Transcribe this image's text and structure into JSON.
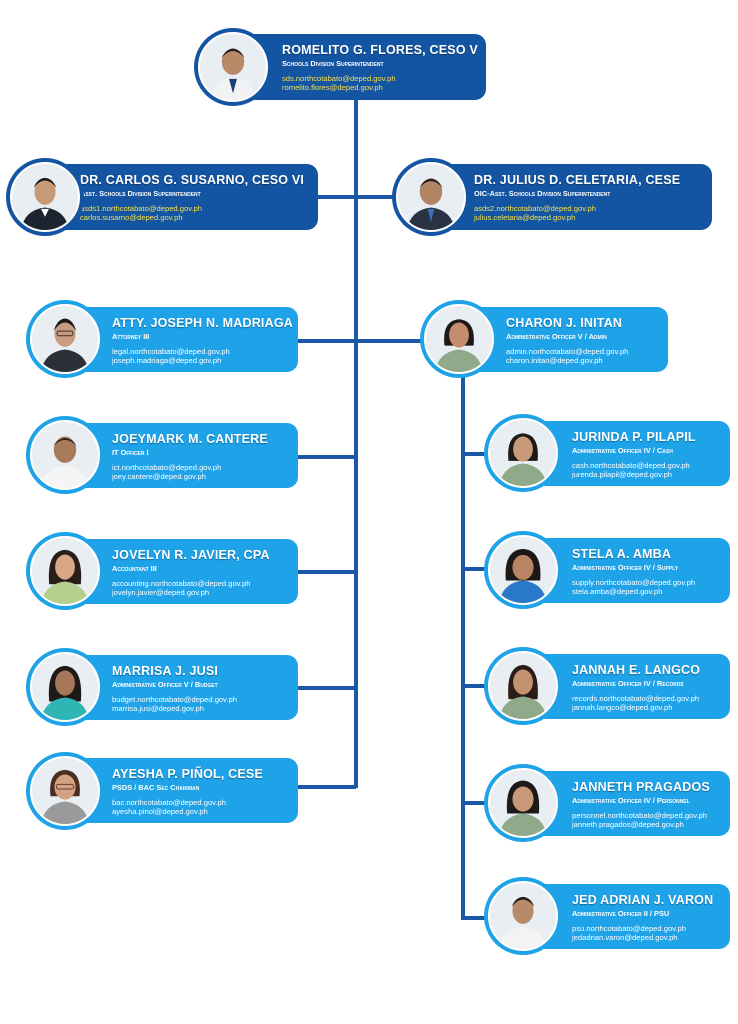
{
  "chart": {
    "superintendent": {
      "name": "ROMELITO G. FLORES, CESO V",
      "title": "Schools Division Superintendent",
      "email1": "sds.northcotabato@deped.gov.ph",
      "email2": "romelito.flores@deped.gov.ph"
    },
    "asds1": {
      "name": "DR. CARLOS G. SUSARNO, CESO VI",
      "title": "Asst. Schools Division Superintendent",
      "email1": "asds1.northcotabato@deped.gov.ph",
      "email2": "carlos.susarno@deped.gov.ph"
    },
    "asds2": {
      "name": "DR. JULIUS D. CELETARIA, CESE",
      "title": "OIC-Asst. Schools Division Superintendent",
      "email1": "asds2.northcotabato@deped.gov.ph",
      "email2": "julius.celetaria@deped.gov.ph"
    },
    "legal": {
      "name": "ATTY. JOSEPH N. MADRIAGA",
      "title": "Attorney III",
      "email1": "legal.northcotabato@deped.gov.ph",
      "email2": "joseph.madriaga@deped.gov.ph"
    },
    "admin": {
      "name": "CHARON J. INITAN",
      "title": "Administrative Officer V / Admin",
      "email1": "admin.northcotabato@deped.gov.ph",
      "email2": "charon.initan@deped.gov.ph"
    },
    "ict": {
      "name": "JOEYMARK M. CANTERE",
      "title": "IT Officer I",
      "email1": "ict.northcotabato@deped.gov.ph",
      "email2": "joey.cantere@deped.gov.ph"
    },
    "cash": {
      "name": "JURINDA P. PILAPIL",
      "title": "Administrative Officer  IV / Cash",
      "email1": "cash.northcotabato@deped.gov.ph",
      "email2": "jurenda.pilapil@deped.gov.ph"
    },
    "accounting": {
      "name": "JOVELYN R. JAVIER, CPA",
      "title": "Accountant III",
      "email1": "accounting.northcotabato@deped.gov.ph",
      "email2": "jovelyn.javier@deped.gov.ph"
    },
    "supply": {
      "name": "STELA A. AMBA",
      "title": "Administrative Officer IV / Supply",
      "email1": "supply.northcotabato@deped.gov.ph",
      "email2": "stela.amba@deped.gov.ph"
    },
    "budget": {
      "name": "MARRISA J. JUSI",
      "title": "Administrative Officer V / Budget",
      "email1": "budget.northcotabato@deped.gov.ph",
      "email2": "marrisa.jusi@deped.gov.ph"
    },
    "records": {
      "name": "JANNAH E. LANGCO",
      "title": "Administrative Officer  IV / Records",
      "email1": "records.northcotabato@deped.gov.ph",
      "email2": "jannah.langco@deped.gov.ph"
    },
    "bac": {
      "name": "AYESHA P. PIÑOL, CESE",
      "title": "PSDS / BAC Sec Chairman",
      "email1": "bac.northcotabato@deped.gov.ph",
      "email2": "ayesha.pinol@deped.gov.ph"
    },
    "personnel": {
      "name": "JANNETH PRAGADOS",
      "title": "Administrative Officer  IV / Personnel",
      "email1": "personnel.northcotabato@deped.gov.ph",
      "email2": "janneth.pragados@deped.gov.ph"
    },
    "psu": {
      "name": "JED ADRIAN J. VARON",
      "title": "Administrative Officer  II / PSU",
      "email1": "psu.northcotabato@deped.gov.ph",
      "email2": "jedadrian.varon@deped.gov.ph"
    }
  },
  "colors": {
    "dark_card": "#1455a3",
    "light_card": "#1ea2e8",
    "connector": "#1b56a8",
    "email_highlight": "#f4e04d"
  },
  "icons": {
    "portrait": "person-photo-icon"
  }
}
